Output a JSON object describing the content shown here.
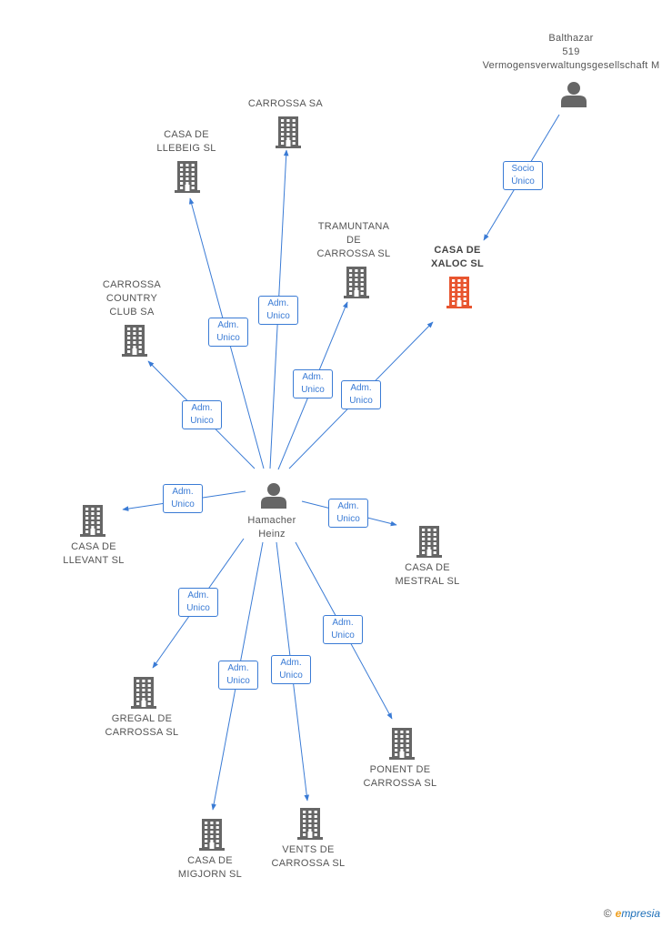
{
  "colors": {
    "edge": "#3a7bd5",
    "icon": "#666666",
    "focus_icon": "#e8552f",
    "text": "#555555"
  },
  "nodes": [
    {
      "id": "balthazar",
      "kind": "person",
      "label_lines": [
        "Balthazar",
        "519",
        "Vermogensverwaltungsgesellschaft M"
      ]
    },
    {
      "id": "carrossa_sa",
      "kind": "company",
      "label_lines": [
        "CARROSSA SA"
      ]
    },
    {
      "id": "llebeig",
      "kind": "company",
      "label_lines": [
        "CASA DE",
        "LLEBEIG SL"
      ]
    },
    {
      "id": "tramuntana",
      "kind": "company",
      "label_lines": [
        "TRAMUNTANA",
        "DE",
        "CARROSSA SL"
      ]
    },
    {
      "id": "xaloc",
      "kind": "company",
      "focus": true,
      "label_lines": [
        "CASA DE",
        "XALOC SL"
      ]
    },
    {
      "id": "country",
      "kind": "company",
      "label_lines": [
        "CARROSSA",
        "COUNTRY",
        "CLUB SA"
      ]
    },
    {
      "id": "hamacher",
      "kind": "person",
      "label_lines": [
        "Hamacher",
        "Heinz"
      ]
    },
    {
      "id": "llevant",
      "kind": "company",
      "label_lines": [
        "CASA DE",
        "LLEVANT SL"
      ]
    },
    {
      "id": "mestral",
      "kind": "company",
      "label_lines": [
        "CASA DE",
        "MESTRAL SL"
      ]
    },
    {
      "id": "gregal",
      "kind": "company",
      "label_lines": [
        "GREGAL DE",
        "CARROSSA SL"
      ]
    },
    {
      "id": "ponent",
      "kind": "company",
      "label_lines": [
        "PONENT DE",
        "CARROSSA SL"
      ]
    },
    {
      "id": "migjorn",
      "kind": "company",
      "label_lines": [
        "CASA DE",
        "MIGJORN SL"
      ]
    },
    {
      "id": "vents",
      "kind": "company",
      "label_lines": [
        "VENTS DE",
        "CARROSSA SL"
      ]
    }
  ],
  "edges": [
    {
      "from": "balthazar",
      "to": "xaloc",
      "label_lines": [
        "Socio",
        "Único"
      ]
    },
    {
      "from": "hamacher",
      "to": "carrossa_sa",
      "label_lines": [
        "Adm.",
        "Unico"
      ]
    },
    {
      "from": "hamacher",
      "to": "llebeig",
      "label_lines": [
        "Adm.",
        "Unico"
      ]
    },
    {
      "from": "hamacher",
      "to": "tramuntana",
      "label_lines": [
        "Adm.",
        "Unico"
      ]
    },
    {
      "from": "hamacher",
      "to": "xaloc",
      "label_lines": [
        "Adm.",
        "Unico"
      ]
    },
    {
      "from": "hamacher",
      "to": "country",
      "label_lines": [
        "Adm.",
        "Unico"
      ]
    },
    {
      "from": "hamacher",
      "to": "llevant",
      "label_lines": [
        "Adm.",
        "Unico"
      ]
    },
    {
      "from": "hamacher",
      "to": "mestral",
      "label_lines": [
        "Adm.",
        "Unico"
      ]
    },
    {
      "from": "hamacher",
      "to": "gregal",
      "label_lines": [
        "Adm.",
        "Unico"
      ]
    },
    {
      "from": "hamacher",
      "to": "ponent",
      "label_lines": [
        "Adm.",
        "Unico"
      ]
    },
    {
      "from": "hamacher",
      "to": "migjorn",
      "label_lines": [
        "Adm.",
        "Unico"
      ]
    },
    {
      "from": "hamacher",
      "to": "vents",
      "label_lines": [
        "Adm.",
        "Unico"
      ]
    }
  ],
  "watermark": {
    "copyright": "©",
    "brand_initial": "e",
    "brand_rest": "mpresia"
  }
}
